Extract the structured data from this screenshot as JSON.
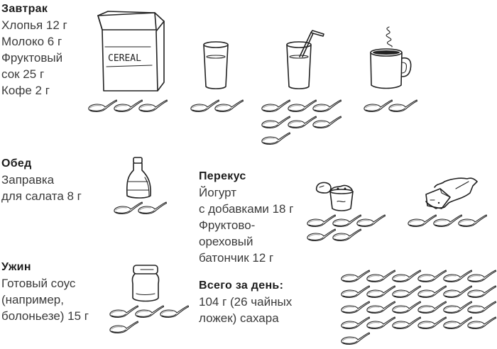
{
  "breakfast": {
    "heading": "Завтрак",
    "lines": [
      "Хлопья 12 г",
      "Молоко 6 г",
      "Фруктовый",
      "сок 25 г",
      "Кофе 2 г"
    ],
    "items": [
      {
        "name": "cereal",
        "box_label": "CEREAL",
        "spoons": 3
      },
      {
        "name": "milk",
        "spoons": 2
      },
      {
        "name": "juice",
        "spoons": 7
      },
      {
        "name": "coffee",
        "spoons": 2
      }
    ]
  },
  "lunch": {
    "heading": "Обед",
    "lines": [
      "Заправка",
      "для салата 8 г"
    ],
    "items": [
      {
        "name": "salad-dressing",
        "spoons": 2
      }
    ]
  },
  "snack": {
    "heading": "Перекус",
    "lines": [
      "Йогурт",
      "с добавками 18 г",
      "Фруктово-",
      "ореховый",
      "батончик 12 г"
    ],
    "items": [
      {
        "name": "yogurt",
        "spoons": 5
      },
      {
        "name": "fruit-nut-bar",
        "spoons": 3
      }
    ]
  },
  "dinner": {
    "heading": "Ужин",
    "lines": [
      "Готовый соус",
      "(например,",
      "болоньезе) 15 г"
    ],
    "items": [
      {
        "name": "sauce-jar",
        "spoons": 4
      }
    ]
  },
  "total": {
    "heading": "Всего за день:",
    "lines": [
      "104 г (26 чайных",
      "ложек) сахара"
    ],
    "spoons": 25
  },
  "colors": {
    "ink": "#222222",
    "text": "#3a3a3a",
    "heading": "#1c1c1c",
    "background": "#ffffff"
  }
}
